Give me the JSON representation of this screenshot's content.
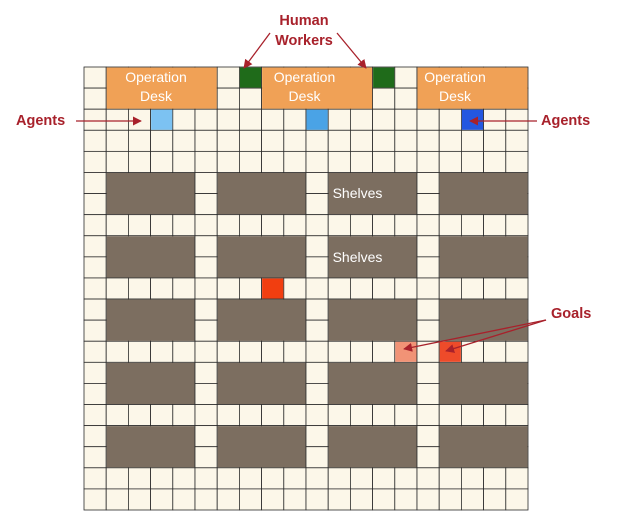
{
  "colors": {
    "background": "#ffffff",
    "cell_fill": "#fcf7e9",
    "grid_line": "#2b2b2b",
    "desk": "#f0a156",
    "shelf": "#7c6e60",
    "human_worker": "#1f6b1a",
    "annotation": "#a8212b",
    "agent_light": "#7cc2f2",
    "agent_mid": "#4aa3e6",
    "agent_dark": "#2457e0",
    "goal_bright": "#f13e10",
    "goal_light": "#f19376",
    "goal_red": "#ee4b2a"
  },
  "grid": {
    "columns": 20,
    "rows": 21
  },
  "operation_desks": [
    {
      "label_line1": "Operation",
      "label_line2": "Desk"
    },
    {
      "label_line1": "Operation",
      "label_line2": "Desk"
    },
    {
      "label_line1": "Operation",
      "label_line2": "Desk"
    }
  ],
  "shelf_labels": [
    "Shelves",
    "Shelves"
  ],
  "annotations": {
    "human_workers_line1": "Human",
    "human_workers_line2": "Workers",
    "agents_left": "Agents",
    "agents_right": "Agents",
    "goals": "Goals"
  },
  "icons": {
    "arrow": "arrowhead"
  }
}
